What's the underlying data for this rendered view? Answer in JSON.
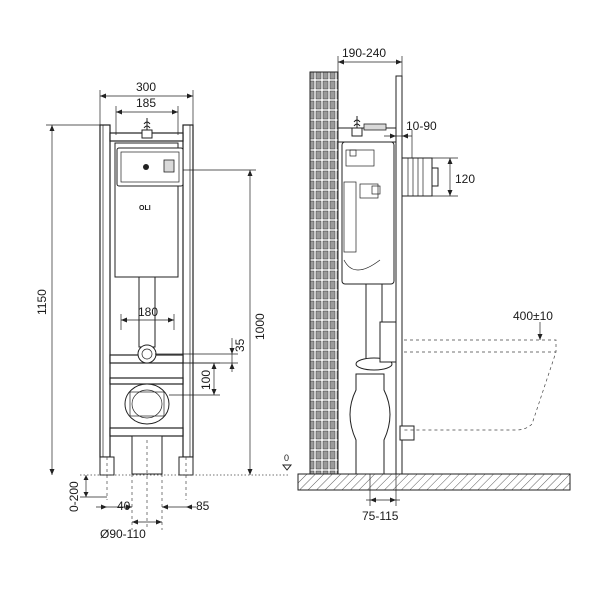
{
  "front_view": {
    "frame_width": "300",
    "inner_width": "185",
    "total_height": "1150",
    "flush_height": "1000",
    "pipe_spacing": "180",
    "outlet_offset": "35",
    "drain_height": "100",
    "floor_adjust": "0-200",
    "leg_offset_left": "40",
    "leg_offset_right": "85",
    "drain_diameter": "Ø90-110",
    "brand": "OLI"
  },
  "side_view": {
    "wall_depth": "190-240",
    "inlet_depth": "10-90",
    "inlet_height": "120",
    "bowl_height": "400±10",
    "drain_offset": "75-115",
    "floor_zero": "0"
  },
  "colors": {
    "line": "#222222",
    "brick": "#9a9a9a",
    "panel": "#d9d9d9"
  }
}
